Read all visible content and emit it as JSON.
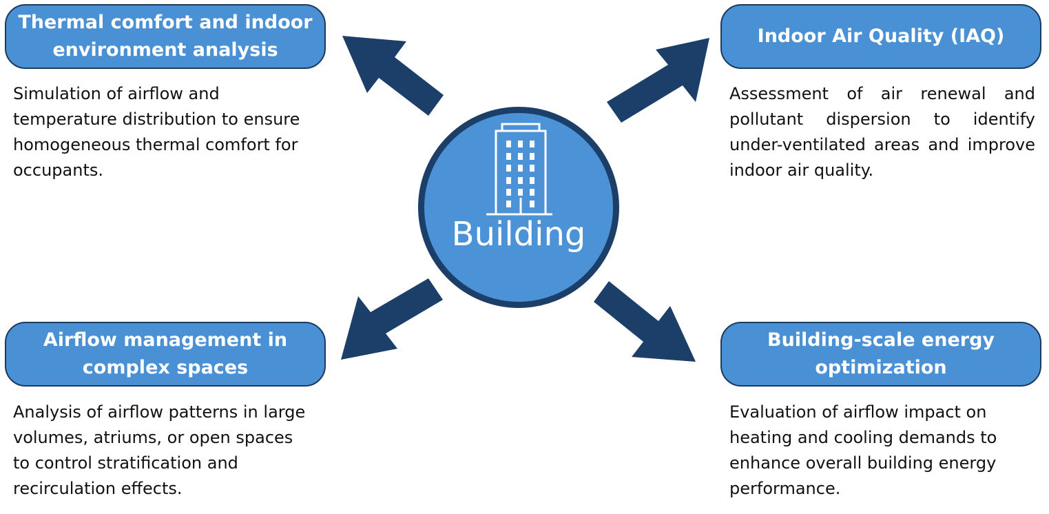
{
  "center": {
    "label": "Building",
    "icon": "building-icon"
  },
  "colors": {
    "box_fill": "#4a90d4",
    "box_border": "#1a3a60",
    "arrow": "#1b3f68",
    "circle_fill": "#4b92d6"
  },
  "topics": [
    {
      "title": "Thermal comfort and indoor environment analysis",
      "description": "Simulation of airflow and temperature distribution to ensure homogeneous thermal comfort for occupants."
    },
    {
      "title": "Indoor Air Quality (IAQ)",
      "description": "Assessment of air renewal and pollutant dispersion to identify under-ventilated areas and improve indoor air quality."
    },
    {
      "title": "Airflow management in complex spaces",
      "description": "Analysis of airflow patterns in large volumes, atriums, or open spaces to control stratification and recirculation effects."
    },
    {
      "title": "Building-scale energy optimization",
      "description": "Evaluation of airflow impact on heating and cooling demands to enhance overall building energy performance."
    }
  ]
}
